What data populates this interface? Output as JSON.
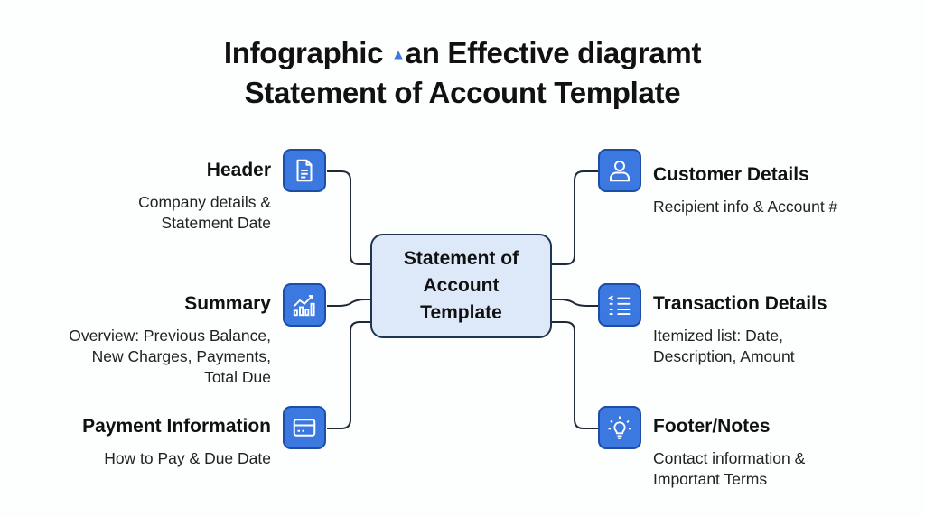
{
  "title": {
    "line1_a": "Infographic",
    "line1_b": "an Effective diagramt",
    "line2": "Statement of Account Template"
  },
  "center": {
    "label": "Statement of Account Template"
  },
  "colors": {
    "icon_fill": "#3b78e0",
    "icon_border": "#1c4ea6",
    "center_fill": "#dde9f8"
  },
  "nodes": [
    {
      "title": "Header",
      "desc": [
        "Company details &",
        "Statement Date"
      ],
      "icon": "document-icon"
    },
    {
      "title": "Summary",
      "desc": [
        "Overview: Previous Balance,",
        "New Charges, Payments,",
        "Total Due"
      ],
      "icon": "chart-icon"
    },
    {
      "title": "Payment Information",
      "desc": [
        "How to Pay & Due Date"
      ],
      "icon": "credit-card-icon"
    },
    {
      "title": "Customer Details",
      "desc": [
        "Recipient info & Account #"
      ],
      "icon": "user-icon"
    },
    {
      "title": "Transaction Details",
      "desc": [
        "Itemized list: Date,",
        "Description, Amount"
      ],
      "icon": "list-icon"
    },
    {
      "title": "Footer/Notes",
      "desc": [
        "Contact information &",
        "Important Terms"
      ],
      "icon": "lightbulb-icon"
    }
  ]
}
